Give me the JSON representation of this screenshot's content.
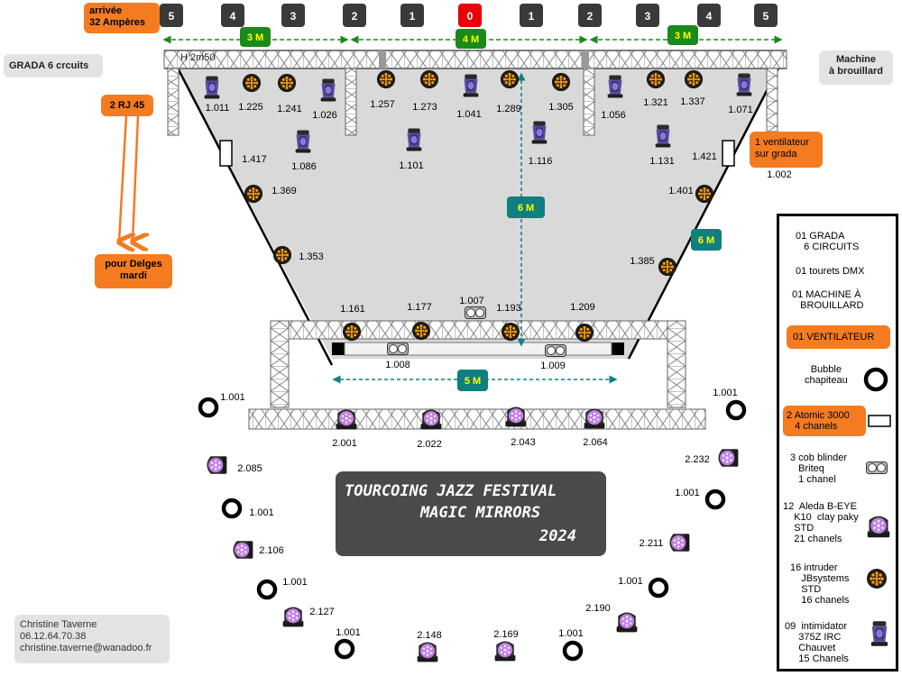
{
  "top_numbers": [
    {
      "label": "5",
      "color": "#3a3a3a"
    },
    {
      "label": "4",
      "color": "#3a3a3a"
    },
    {
      "label": "3",
      "color": "#3a3a3a"
    },
    {
      "label": "2",
      "color": "#3a3a3a"
    },
    {
      "label": "1",
      "color": "#3a3a3a"
    },
    {
      "label": "0",
      "color": "#e8000b"
    },
    {
      "label": "1",
      "color": "#3a3a3a"
    },
    {
      "label": "2",
      "color": "#3a3a3a"
    },
    {
      "label": "3",
      "color": "#3a3a3a"
    },
    {
      "label": "4",
      "color": "#3a3a3a"
    },
    {
      "label": "5",
      "color": "#3a3a3a"
    }
  ],
  "notes": {
    "arrival_line1": "arrivée",
    "arrival_line2": "32 Ampères",
    "grada": "GRADA 6 crcuits",
    "rj45": "2 RJ 45",
    "delges_line1": "pour Delges",
    "delges_line2": "mardi",
    "fog_line1": "Machine",
    "fog_line2": "à brouillard",
    "fan_line1": "1 ventilateur",
    "fan_line2": "sur grada",
    "height": "H 2m50"
  },
  "dimensions": {
    "left_3m": "3 M",
    "center_4m": "4 M",
    "right_3m": "3 M",
    "depth_6m": "6  M",
    "side_6m": "6 M",
    "width_5m": "5 M"
  },
  "fixture_labels": {
    "back_truss": [
      "1.011",
      "1.225",
      "1.241",
      "1.026",
      "1.257",
      "1.273",
      "1.041",
      "1.289",
      "1.305",
      "1.056",
      "1.321",
      "1.337",
      "1.071"
    ],
    "mid_row": [
      "1.086",
      "1.101",
      "1.116",
      "1.131"
    ],
    "left_diag": [
      "1.417",
      "1.369",
      "1.353"
    ],
    "right_diag": [
      "1.421",
      "1.002",
      "1.401",
      "1.385"
    ],
    "front_truss": [
      "1.161",
      "1.177",
      "1.007",
      "1.193",
      "1.209"
    ],
    "blinders": [
      "1.008",
      "1.009"
    ],
    "floor_truss": [
      "2.001",
      "2.022",
      "2.043",
      "2.064"
    ],
    "left_arc": [
      "1.001",
      "2.085",
      "1.001",
      "2.106",
      "1.001",
      "2.127",
      "1.001"
    ],
    "right_arc": [
      "1.001",
      "2.232",
      "1.001",
      "2.211",
      "1.001",
      "2.190",
      "1.001"
    ],
    "bottom": [
      "2.148",
      "2.169"
    ]
  },
  "title": {
    "line1": "TOURCOING JAZZ FESTIVAL",
    "line2": "MAGIC MIRRORS",
    "line3": "2024"
  },
  "contact": {
    "name": "Christine Taverne",
    "phone": "06.12.64.70.38",
    "email": "christine.taverne@wanadoo.fr"
  },
  "legend": {
    "grada": "01 GRADA\n   6 CIRCUITS",
    "tourets": "01 tourets DMX",
    "machine": "01 MACHINE À\n   BROUILLARD",
    "ventilateur": "01 VENTILATEUR",
    "bubble": "Bubble\nchapiteau",
    "atomic": "2 Atomic 3000\n   4 chanels",
    "cob": "3 cob blinder\n   Briteq\n   1 chanel",
    "aleda": "12  Aleda B-EYE\n    K10  clay paky\n    STD\n    21 chanels",
    "intruder": "16 intruder\n    JBsystems\n    STD\n    16 chanels",
    "intimidator": "09  intimidator\n     375Z IRC\n     Chauvet\n     15 Chanels"
  },
  "colors": {
    "stage_fill": "#d9d9d9",
    "truss": "#666666",
    "green_dim": "#1a8a1a",
    "teal_dim": "#0f7f7f",
    "orange_tag": "#f47b20",
    "moving_head": "#5a4f9c",
    "wash_ring": "#c080e0"
  }
}
